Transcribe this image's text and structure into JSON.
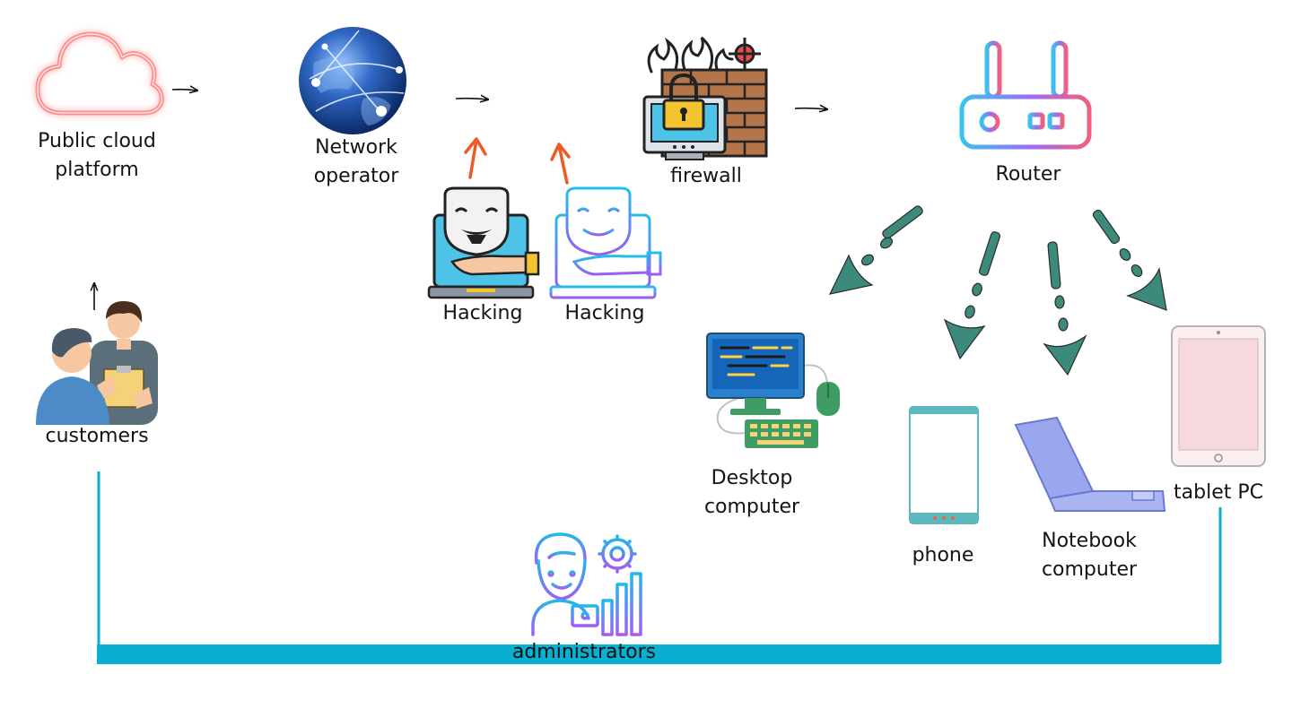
{
  "nodes": {
    "cloud": {
      "label_line1": "Public cloud",
      "label_line2": "platform"
    },
    "network": {
      "label_line1": "Network",
      "label_line2": "operator"
    },
    "firewall": {
      "label": "firewall"
    },
    "router": {
      "label": "Router"
    },
    "hacker1": {
      "label": "Hacking"
    },
    "hacker2": {
      "label": "Hacking"
    },
    "customers": {
      "label": "customers"
    },
    "desktop": {
      "label_line1": "Desktop",
      "label_line2": "computer"
    },
    "phone": {
      "label": "phone"
    },
    "notebook": {
      "label_line1": "Notebook",
      "label_line2": "computer"
    },
    "tablet": {
      "label": "tablet PC"
    },
    "admins": {
      "label": "administrators"
    }
  },
  "colors": {
    "connector_bar": "#0aaecf",
    "flow_arrow": "#111111",
    "attack_arrow": "#ee5a24",
    "router_arrow": "#3c8a7c",
    "cloud_glow": "#ff8d8d"
  },
  "icons": {
    "cloud": "cloud-icon",
    "network": "globe-icon",
    "firewall": "firewall-icon",
    "router": "router-icon",
    "hacker": "hacker-laptop-icon",
    "customers": "customers-icon",
    "desktop": "desktop-computer-icon",
    "phone": "phone-icon",
    "notebook": "notebook-icon",
    "tablet": "tablet-icon",
    "admin": "administrator-icon"
  }
}
